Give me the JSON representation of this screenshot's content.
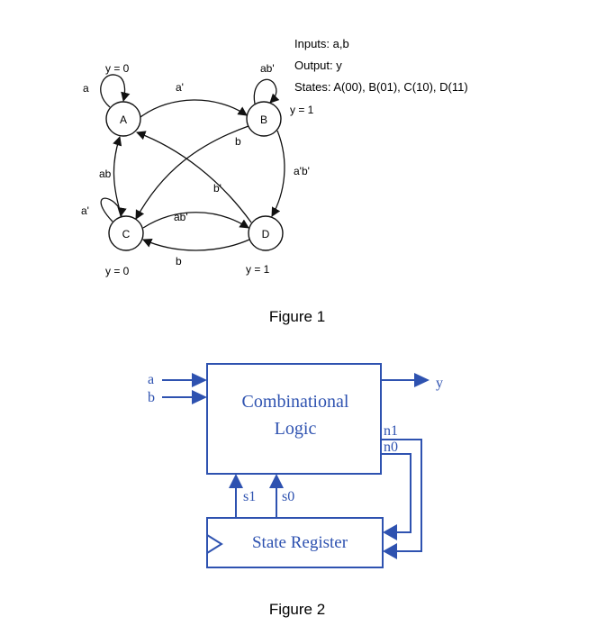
{
  "figure1": {
    "info": {
      "inputs": "Inputs: a,b",
      "output": "Output: y",
      "states": "States: A(00), B(01), C(10), D(11)"
    },
    "states": {
      "A": {
        "label": "A",
        "output": "y = 0"
      },
      "B": {
        "label": "B",
        "output": "y = 1"
      },
      "C": {
        "label": "C",
        "output": "y = 0"
      },
      "D": {
        "label": "D",
        "output": "y = 1"
      }
    },
    "edges": {
      "A_self": "a",
      "A_to_B": "a'",
      "C_to_A": "ab",
      "B_self": "ab'",
      "B_to_C": "b",
      "B_to_D": "a'b'",
      "D_to_A": "b'",
      "C_self": "a'",
      "C_to_D": "ab'",
      "D_to_C": "b"
    },
    "caption": "Figure 1"
  },
  "figure2": {
    "inputs": [
      "a",
      "b"
    ],
    "output": "y",
    "comb_logic": [
      "Combinational",
      "Logic"
    ],
    "next_state": [
      "n1",
      "n0"
    ],
    "state": [
      "s1",
      "s0"
    ],
    "state_register": "State Register",
    "caption": "Figure 2",
    "color": "#2e52b0"
  }
}
